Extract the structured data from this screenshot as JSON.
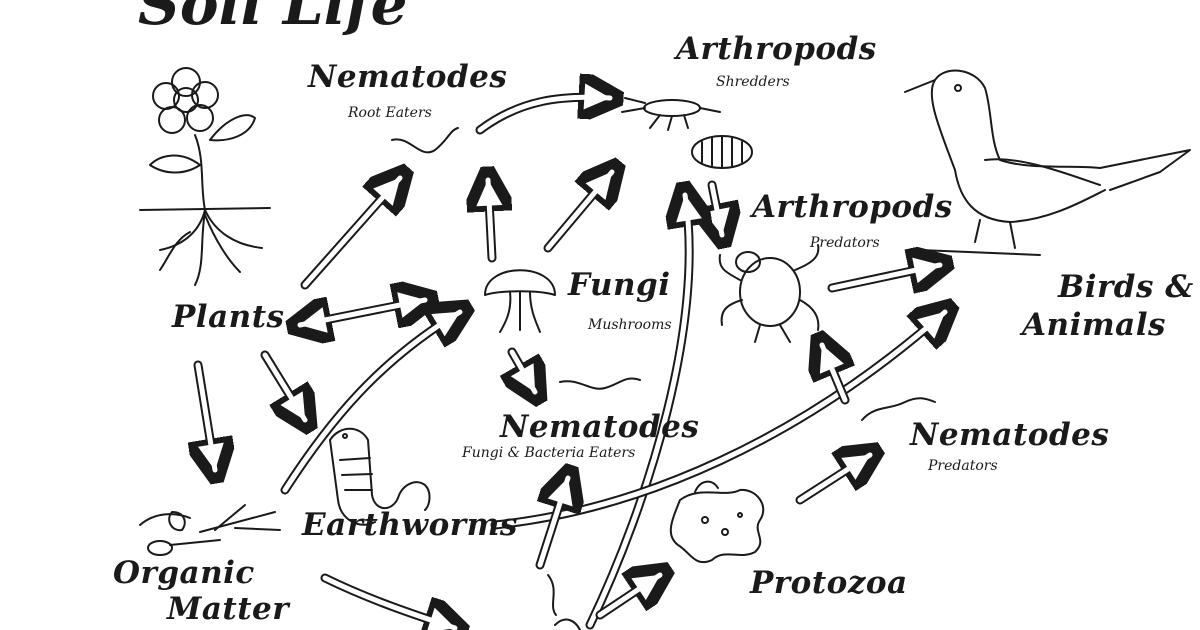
{
  "title": "Soil Life",
  "labels": {
    "nematodes_root": "Nematodes",
    "nematodes_root_sub": "Root Eaters",
    "arthropods_shred": "Arthropods",
    "arthropods_shred_sub": "Shredders",
    "arthropods_pred": "Arthropods",
    "arthropods_pred_sub": "Predators",
    "fungi": "Fungi",
    "fungi_sub": "Mushrooms",
    "plants": "Plants",
    "birds_line1": "Birds &",
    "birds_line2": "Animals",
    "nematodes_fb": "Nematodes",
    "nematodes_fb_sub": "Fungi & Bacteria Eaters",
    "nematodes_pred": "Nematodes",
    "nematodes_pred_sub": "Predators",
    "earthworms": "Earthworms",
    "organic_line1": "Organic",
    "organic_line2": "Matter",
    "protozoa": "Protozoa"
  }
}
